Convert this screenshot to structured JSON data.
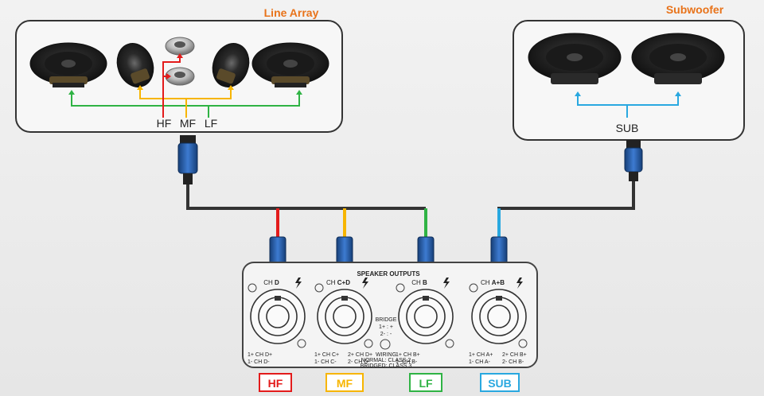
{
  "line_array": {
    "title": "Line Array",
    "labels": {
      "hf": "HF",
      "mf": "MF",
      "lf": "LF"
    }
  },
  "subwoofer": {
    "title": "Subwoofer",
    "label": "SUB"
  },
  "colors": {
    "hf": "#e31b1b",
    "mf": "#f7b500",
    "lf": "#2fb344",
    "sub": "#29a8e0",
    "title": "#e8731a",
    "cable": "#333333",
    "connector": "#1f5fa8"
  },
  "amp": {
    "title": "SPEAKER OUTPUTS",
    "channels": [
      {
        "prefix": "CH",
        "name": "D",
        "wiring": [
          "1+ CH D+",
          "1- CH D-"
        ]
      },
      {
        "prefix": "CH",
        "name": "C+D",
        "wiring": [
          "1+ CH C+",
          "1- CH C-",
          "2+ CH D+",
          "2- CH D-"
        ]
      },
      {
        "prefix": "CH",
        "name": "B",
        "wiring": [
          "1+ CH B+",
          "1- CH B-"
        ]
      },
      {
        "prefix": "CH",
        "name": "A+B",
        "wiring": [
          "1+ CH A+",
          "1- CH A-",
          "2+ CH B+",
          "2- CH B-"
        ]
      }
    ],
    "bridge": [
      "BRIDGE",
      "1+ : +",
      "2- : -"
    ],
    "wiring_note": [
      "WIRING",
      "NORMAL: CLASS 2",
      "BRIDGED: CLASS 3"
    ]
  },
  "bottom_badges": {
    "hf": "HF",
    "mf": "MF",
    "lf": "LF",
    "sub": "SUB"
  }
}
